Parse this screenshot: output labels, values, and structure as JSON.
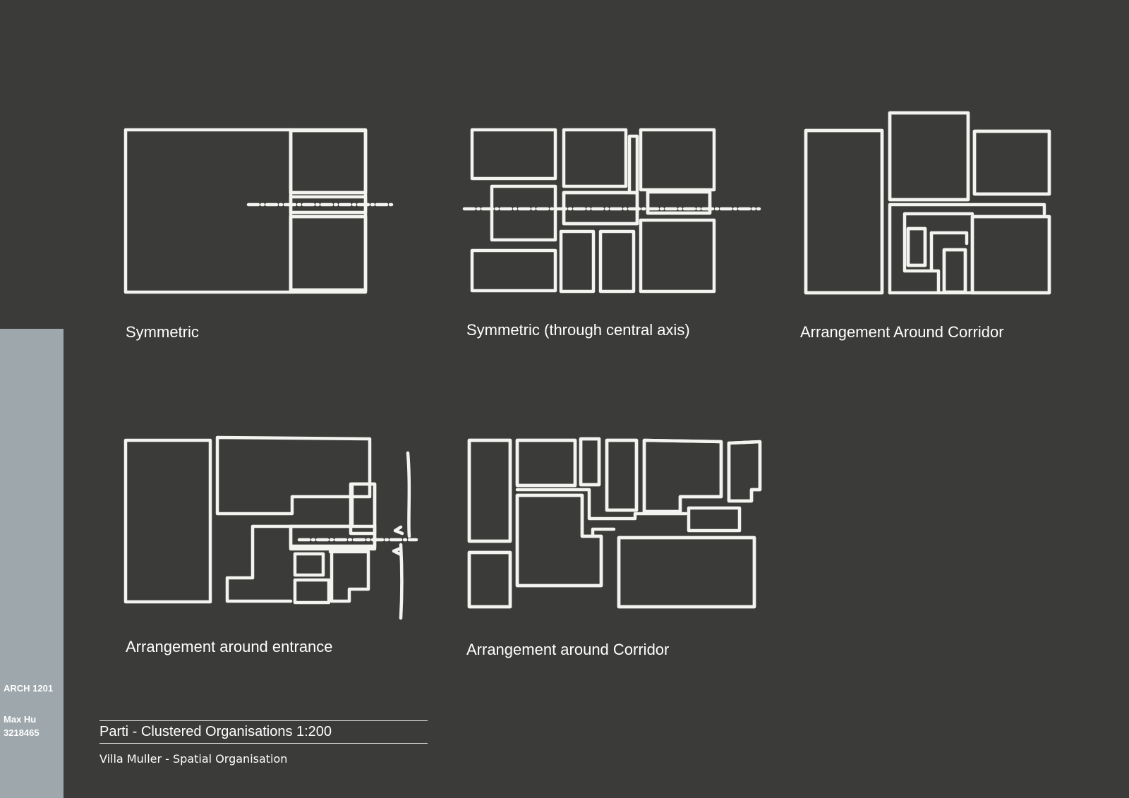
{
  "captions": {
    "d1": "Symmetric",
    "d2": "Symmetric (through central axis)",
    "d3": "Arrangement Around Corridor",
    "d4": "Arrangement around entrance",
    "d5": "Arrangement around Corridor"
  },
  "sidebar": {
    "course": "ARCH 1201",
    "author": "Max Hu",
    "student_id": "3218465"
  },
  "title": "Parti  - Clustered Organisations  1:200",
  "subtitle": "Villa Muller  - Spatial Organisation",
  "colors": {
    "background": "#3b3b3a",
    "sidebar": "#9ea7ab",
    "room_fill_dark": "#3d4e57",
    "room_fill_light": "#4f86a6",
    "line": "#f3f3f0"
  }
}
